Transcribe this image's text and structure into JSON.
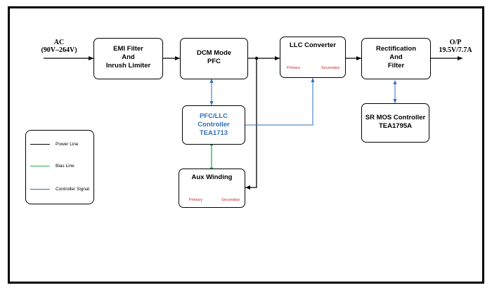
{
  "input": {
    "title": "AC",
    "range": "(90V–264V)"
  },
  "output": {
    "title": "O/P",
    "value": "19.5V/7.7A"
  },
  "blocks": {
    "emi": {
      "line1": "EMI Filter",
      "line2": "And",
      "line3": "Inrush Limiter"
    },
    "dcm": {
      "line1": "DCM Mode",
      "line2": "PFC"
    },
    "llc": {
      "title": "LLC Converter",
      "primary": "Primary",
      "secondary": "Secondary"
    },
    "rect": {
      "line1": "Rectification",
      "line2": "And",
      "line3": "Filter"
    },
    "pfc_ctrl": {
      "line1": "PFC/LLC",
      "line2": "Controller",
      "line3": "TEA1713"
    },
    "sr_ctrl": {
      "line1": "SR MOS Controller",
      "line2": "TEA1795A"
    },
    "aux": {
      "title": "Aux Winding",
      "primary": "Primary",
      "secondary": "Secondary"
    }
  },
  "legend": {
    "items": [
      {
        "label": "Power Line",
        "color": "#000000"
      },
      {
        "label": "Bias Line",
        "color": "#22b04a"
      },
      {
        "label": "Controller Signal",
        "color": "#2f6eba"
      }
    ]
  },
  "colors": {
    "power": "#000000",
    "bias": "#22b04a",
    "signal": "#2f6eba",
    "winding_label": "#d42020"
  }
}
